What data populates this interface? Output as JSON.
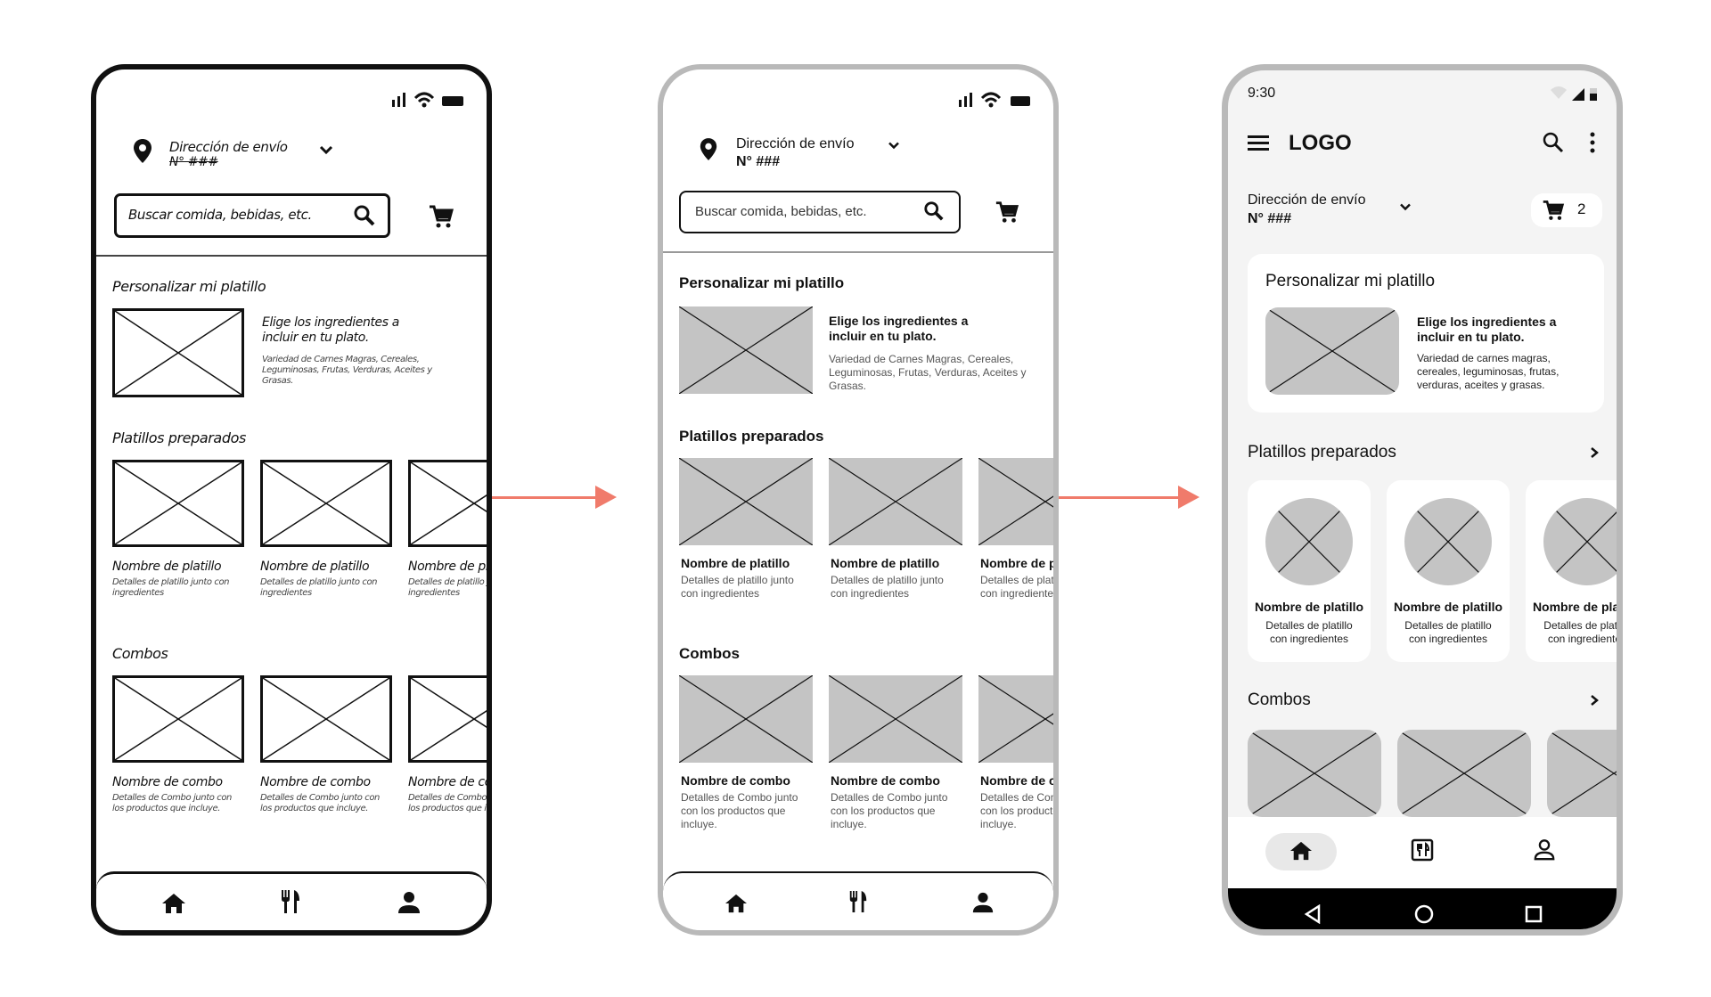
{
  "status": {
    "time": "9:30"
  },
  "header": {
    "logo": "LOGO",
    "address_label": "Dirección de envío",
    "address_number": "N° ###",
    "sketch_address_label": "Dirección de envío",
    "sketch_address_number": "N° ###",
    "cart_count": "2"
  },
  "search": {
    "placeholder": "Buscar comida, bebidas, etc.",
    "sketch_placeholder": "Buscar comida, bebidas, etc."
  },
  "sections": {
    "custom": {
      "title": "Personalizar mi platillo",
      "lead": "Elige los ingredientes a incluir en tu plato.",
      "lead_line1": "Elige los ingredientes a",
      "lead_line2": "incluir en tu plato.",
      "desc": "Variedad de Carnes Magras, Cereales, Leguminosas, Frutas, Verduras, Aceites y Grasas.",
      "desc_final": "Variedad de carnes magras, cereales, leguminosas, frutas, verduras, aceites y grasas."
    },
    "dishes": {
      "title": "Platillos preparados",
      "item_name": "Nombre de platillo",
      "item_desc": "Detalles de platillo junto con ingredientes",
      "item_desc_final": "Detalles de platillo con ingredientes"
    },
    "combos": {
      "title": "Combos",
      "item_name": "Nombre de combo",
      "item_desc": "Detalles de Combo junto con los productos que incluye."
    }
  },
  "icons": {
    "location": "location-pin-icon",
    "chevron": "chevron-down-icon",
    "search": "search-icon",
    "cart": "cart-icon",
    "home": "home-icon",
    "menu": "restaurant-icon",
    "profile": "person-icon",
    "hamburger": "hamburger-icon",
    "more": "more-vert-icon",
    "arrow_right": "chevron-right-icon"
  },
  "colors": {
    "arrow": "#f07b6b",
    "placeholder": "#c4c4c4",
    "frame_gray": "#b9b9b9",
    "sketch_ink": "#111111"
  }
}
